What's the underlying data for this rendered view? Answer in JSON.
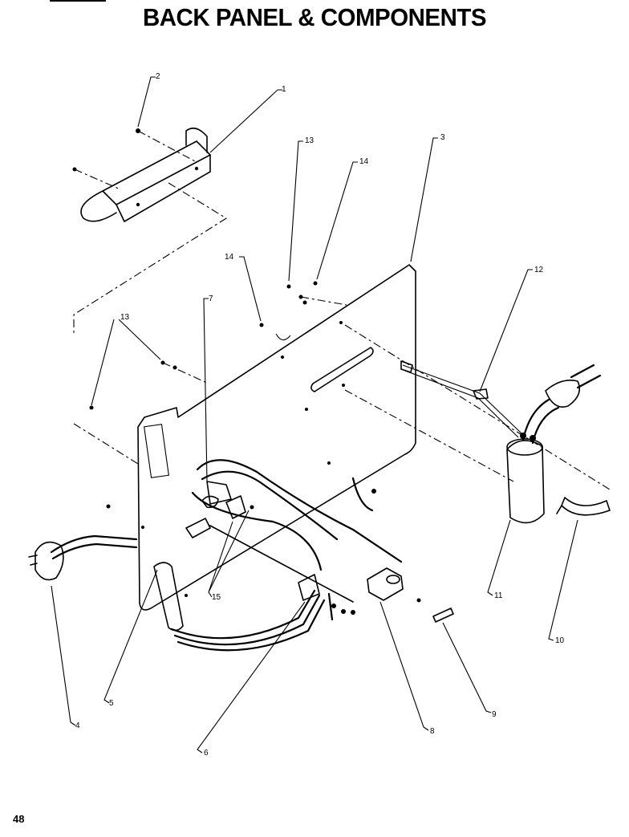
{
  "page": {
    "title": "BACK PANEL & COMPONENTS",
    "page_number": "48"
  },
  "callouts": {
    "c1": "1",
    "c2": "2",
    "c3": "3",
    "c4": "4",
    "c5": "5",
    "c6": "6",
    "c7": "7",
    "c8": "8",
    "c9": "9",
    "c10": "10",
    "c11": "11",
    "c12": "12",
    "c13a": "13",
    "c13b": "13",
    "c14a": "14",
    "c14b": "14",
    "c15": "15"
  }
}
